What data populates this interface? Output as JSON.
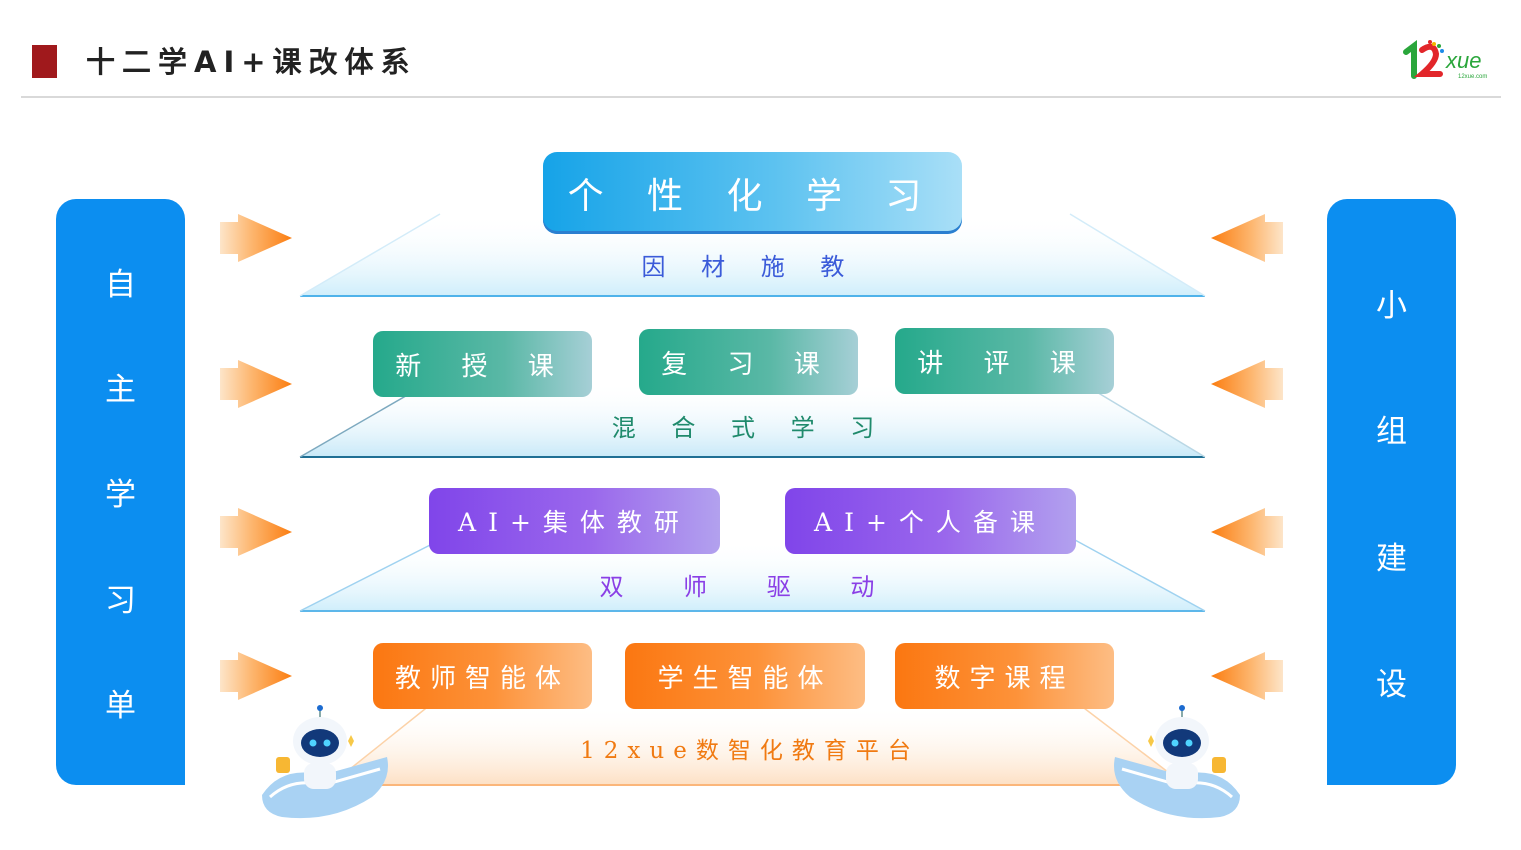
{
  "header": {
    "title": "十二学AI+课改体系"
  },
  "logo": {
    "text": "12xue",
    "subtext": "12xue.com"
  },
  "left_sidebar": {
    "chars": [
      "自",
      "主",
      "学",
      "习",
      "单"
    ]
  },
  "right_sidebar": {
    "chars": [
      "小",
      "组",
      "建",
      "设"
    ]
  },
  "layers": [
    {
      "boxes": [
        "个 性 化 学 习"
      ],
      "caption": "因 材 施 教"
    },
    {
      "boxes": [
        "新 授 课",
        "复 习 课",
        "讲 评 课"
      ],
      "caption": "混 合 式 学 习"
    },
    {
      "boxes": [
        "AI+集体教研",
        "AI+个人备课"
      ],
      "caption": "双 师 驱 动"
    },
    {
      "boxes": [
        "教师智能体",
        "学生智能体",
        "数字课程"
      ],
      "caption": "12xue数智化教育平台"
    }
  ],
  "colors": {
    "brand_red": "#a0191c",
    "sidebar_blue": "#0c8ef0",
    "arrow_orange": "#fb8a1e",
    "layer1_blue": "#16a3e8",
    "layer2_teal": "#25a98b",
    "layer3_purple": "#8045ea",
    "layer4_orange": "#fb7711"
  },
  "icons": [
    "arrow-right-icon",
    "arrow-left-icon",
    "robot-mascot-icon"
  ]
}
